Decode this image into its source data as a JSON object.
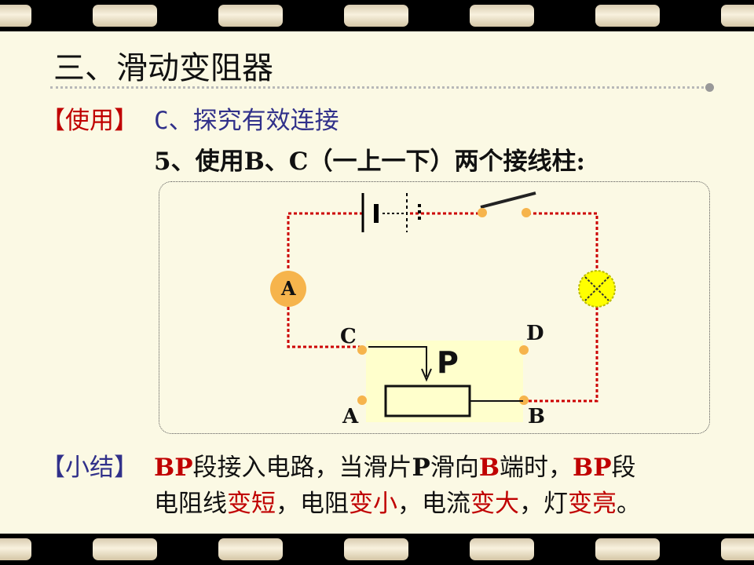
{
  "title": "三、滑动变阻器",
  "usage": {
    "tag": "【使用】",
    "heading": "C、探究有效连接",
    "step": "5、使用B、C（一上一下）两个接线柱:"
  },
  "diagram": {
    "ammeter": "A",
    "terminal_c": "C",
    "terminal_d": "D",
    "terminal_a": "A",
    "terminal_b": "B",
    "slider": "P"
  },
  "summary": {
    "tag": "【小结】",
    "line1": [
      {
        "t": "BP",
        "c": "red"
      },
      {
        "t": "段接入电路，当滑片",
        "c": "dark"
      },
      {
        "t": "P",
        "c": "dark"
      },
      {
        "t": "滑向",
        "c": "dark"
      },
      {
        "t": "B",
        "c": "red"
      },
      {
        "t": "端时，",
        "c": "dark"
      },
      {
        "t": "BP",
        "c": "red"
      },
      {
        "t": "段",
        "c": "dark"
      }
    ],
    "line2": [
      {
        "t": "电阻线",
        "c": "dark"
      },
      {
        "t": "变短",
        "c": "red"
      },
      {
        "t": "，电阻",
        "c": "dark"
      },
      {
        "t": "变小",
        "c": "red"
      },
      {
        "t": "，电流",
        "c": "dark"
      },
      {
        "t": "变大",
        "c": "red"
      },
      {
        "t": "，灯",
        "c": "dark"
      },
      {
        "t": "变亮",
        "c": "red"
      },
      {
        "t": "。",
        "c": "dark"
      }
    ]
  },
  "colors": {
    "background": "#fbf9e4",
    "wire": "#cc0000",
    "ammeter": "#f6b44c",
    "lamp": "#ffff00",
    "rheostat": "#ffffcc",
    "emphasis": "#c00000",
    "heading": "#30308a"
  }
}
